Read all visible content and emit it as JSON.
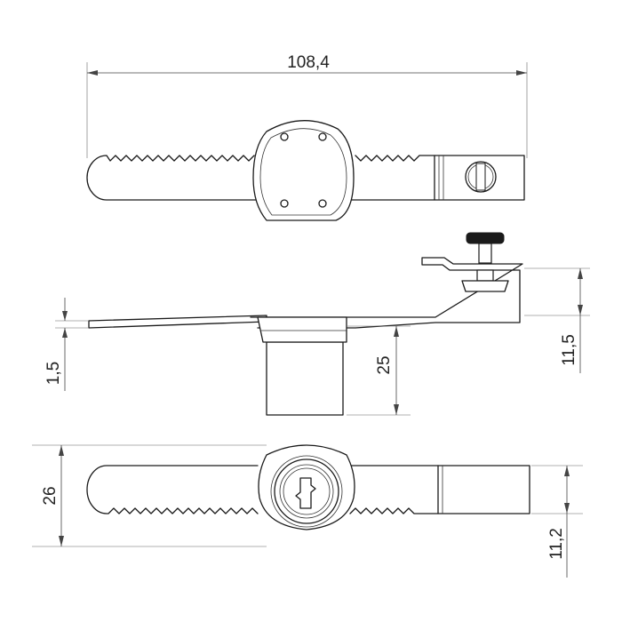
{
  "drawing": {
    "dimensions": {
      "overall_length": "108,4",
      "plate_thickness": "1,5",
      "cylinder_height": "25",
      "bracket_height": "11,5",
      "bar_width": "26",
      "bar_offset": "11,2"
    }
  }
}
